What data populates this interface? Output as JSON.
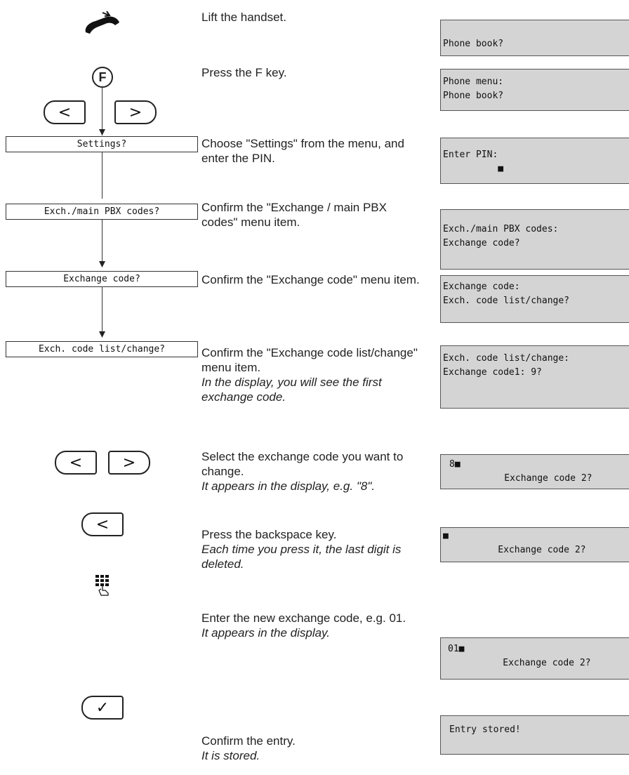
{
  "steps": [
    {
      "main": "Lift the handset.",
      "note": ""
    },
    {
      "main": "Press the F key.",
      "note": ""
    },
    {
      "main": "Choose \"Settings\" from the menu, and enter the PIN.",
      "note": ""
    },
    {
      "main": "Confirm the \"Exchange / main PBX codes\" menu item.",
      "note": ""
    },
    {
      "main": "Confirm the \"Exchange code\" menu item.",
      "note": ""
    },
    {
      "main": "Confirm the \"Exchange code list/change\" menu item.",
      "note": "In the display, you will see the first exchange code."
    },
    {
      "main": "Select the exchange code you want to change.",
      "note": "It appears in the display, e.g. \"8\"."
    },
    {
      "main": "Press the backspace key.",
      "note": "Each time you press it, the last digit is deleted."
    },
    {
      "main": "Enter the new exchange code, e.g. 01.",
      "note": "It appears in the display."
    },
    {
      "main": "Confirm the entry.",
      "note": "It is stored."
    }
  ],
  "displays": [
    {
      "l1": "",
      "l2": "Phone book?"
    },
    {
      "l1": "Phone menu:",
      "l2": "Phone book?"
    },
    {
      "l1": "Enter PIN:",
      "l2": "          ■"
    },
    {
      "l1": "Exch./main PBX codes:",
      "l2": "Exchange code?"
    },
    {
      "l1": "Exchange code:",
      "l2": "Exch. code list/change?"
    },
    {
      "l1": "Exch. code list/change:",
      "l2": "Exchange code1: 9?"
    },
    {
      "l1": "8■",
      "l2": "          Exchange code 2?"
    },
    {
      "l1": "■",
      "l2": "          Exchange code 2?"
    },
    {
      "l1": "01■",
      "l2": "          Exchange code 2?"
    },
    {
      "l1": "Entry stored!",
      "l2": ""
    }
  ],
  "menu_boxes": [
    "Settings?",
    "Exch./main PBX codes?",
    "Exchange code?",
    "Exch. code list/change?"
  ],
  "keys": {
    "f": "F",
    "left": "<",
    "right": ">",
    "confirm": "✓"
  }
}
